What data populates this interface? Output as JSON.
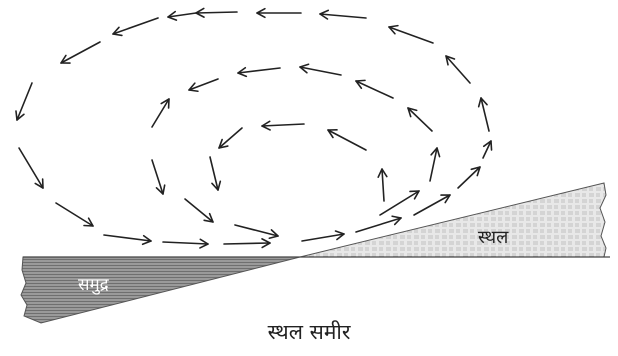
{
  "labels": {
    "sea": "समुद्र",
    "land": "स्थल"
  },
  "caption": "स्थल समीर",
  "colors": {
    "sea_fill": "#8a8a8a",
    "land_fill": "#e6e6e6",
    "arrow": "#222222"
  }
}
